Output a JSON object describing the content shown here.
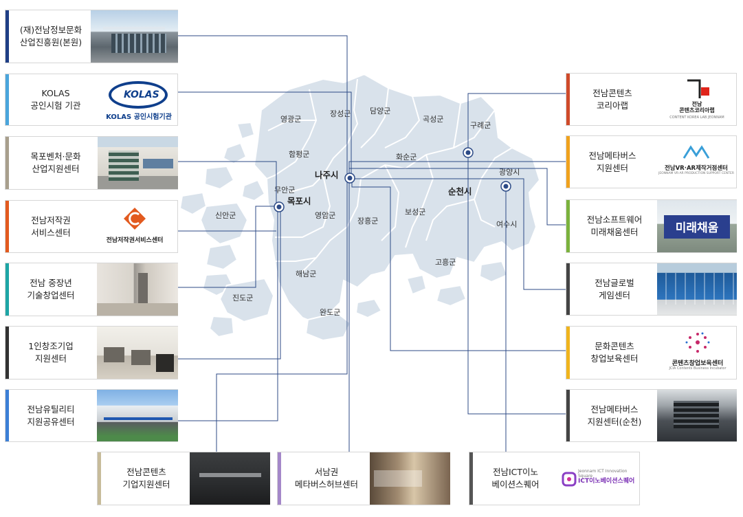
{
  "regions": {
    "yeonggwang": "영광군",
    "jangseong": "장성군",
    "damyang": "담양군",
    "gokseong": "곡성군",
    "gurye": "구례군",
    "hampyeong": "함평군",
    "hwasun": "화순군",
    "naju": "나주시",
    "gwangyang": "광양시",
    "muan": "무안군",
    "mokpo": "목포시",
    "sinan": "신안군",
    "yeongam": "영암군",
    "suncheon": "순천시",
    "boseong": "보성군",
    "jangheung": "장흥군",
    "yeosu": "여수시",
    "goheung": "고흥군",
    "haenam": "해남군",
    "jindo": "진도군",
    "wando": "완도군"
  },
  "cards": {
    "jipa": {
      "label": "(재)전남정보문화\n산업진흥원(본원)",
      "color": "#1f3f86"
    },
    "kolas": {
      "label": "KOLAS\n공인시험 기관",
      "color": "#4aa5dc",
      "logo_word": "KOLAS",
      "logo_text": "KOLAS 공인시험기관"
    },
    "mokpo_venture": {
      "label": "목포벤처·문화\n산업지원센터",
      "color": "#a89f8d"
    },
    "copyright": {
      "label": "전남저작권\n서비스센터",
      "color": "#e25a1f",
      "logo_text": "전남저작권서비스센터"
    },
    "senior": {
      "label": "전남 중장년\n기술창업센터",
      "color": "#1da5a5"
    },
    "oneperson": {
      "label": "1인창조기업\n지원센터",
      "color": "#333333"
    },
    "utility": {
      "label": "전남유틸리티\n지원공유센터",
      "color": "#3c7fd6"
    },
    "content_corp": {
      "label": "전남콘텐츠\n기업지원센터",
      "color": "#c7bb9a"
    },
    "seonam": {
      "label": "서남권\n메타버스허브센터",
      "color": "#a487c9"
    },
    "ict_inno": {
      "label": "전남ICT이노\n베이션스퀘어",
      "color": "#555555",
      "logo_text": "ICT이노베이션스퀘어",
      "logo_sub": "Jeonnam ICT Innovation Square"
    },
    "content_korea": {
      "label": "전남콘텐츠\n코리아랩",
      "color": "#cf4a2a",
      "logo_text": "전남\n콘텐츠코리아랩",
      "logo_sub": "CONTENT KOREA LAB JEONNAM"
    },
    "meta_center": {
      "label": "전남메타버스\n지원센터",
      "color": "#f0a21d",
      "logo_text": "전남VR·AR제작거점센터",
      "logo_sub": "JEONNAM VR·AR PRODUCTION SUPPORT CENTER"
    },
    "software": {
      "label": "전남소프트웨어\n미래채움센터",
      "color": "#7bb23d",
      "sign_text": "미래채움"
    },
    "global_game": {
      "label": "전남글로벌\n게임센터",
      "color": "#444444"
    },
    "culture_content": {
      "label": "문화콘텐츠\n창업보육센터",
      "color": "#f0b41d",
      "logo_text": "콘텐츠창업보육센터",
      "logo_sub": "JCIA Contents Business Incubator"
    },
    "meta_suncheon": {
      "label": "전남메타버스\n지원센터(순천)",
      "color": "#444444"
    }
  },
  "colors": {
    "map_fill": "#d9e2eb",
    "map_line": "#ffffff",
    "connector": "#2c4a86",
    "node": "#2c4a86"
  }
}
